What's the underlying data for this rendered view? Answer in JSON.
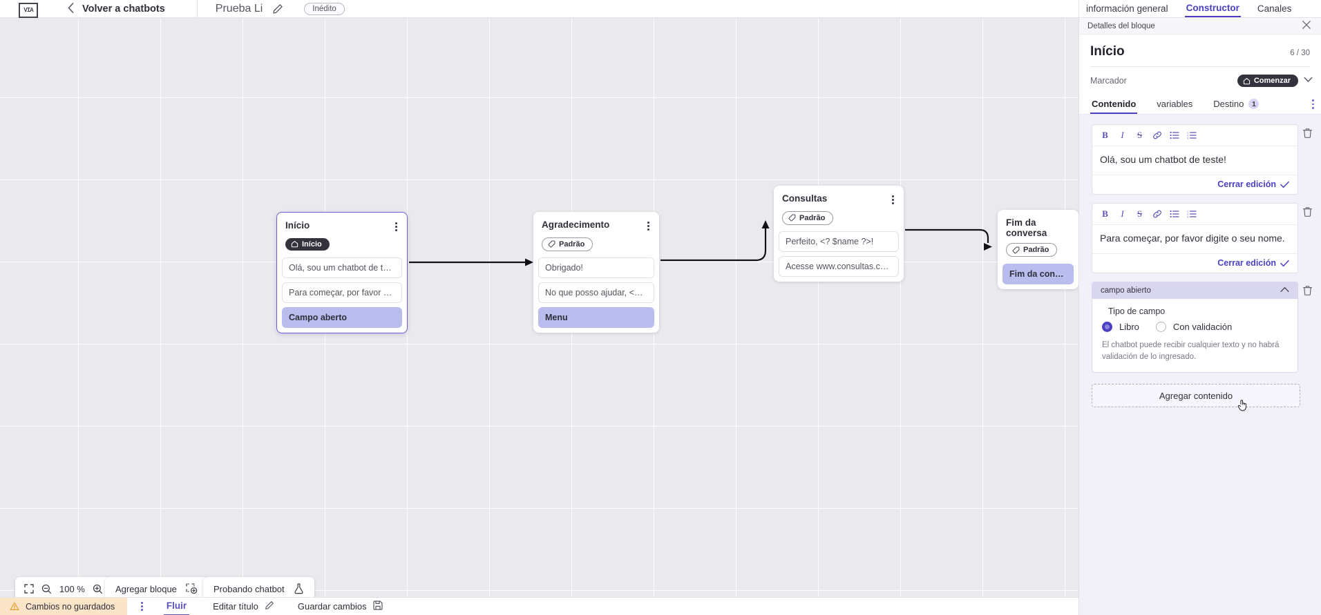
{
  "topbar": {
    "logo_name": "logo-icon",
    "back_label": "Volver a chatbots",
    "bot_title": "Prueba Li",
    "edit_icon": "pencil-icon",
    "status_pill": "Inédito"
  },
  "canvas": {
    "nodes": [
      {
        "id": "inicio",
        "title": "Início",
        "tag": "Início",
        "tag_style": "dark",
        "tag_icon": "home-icon",
        "selected": true,
        "items": [
          {
            "text": "Olá, sou um chatbot de teste!",
            "highlight": false
          },
          {
            "text": "Para começar, por favor digite o ...",
            "highlight": false
          },
          {
            "text": "Campo aberto",
            "highlight": true
          }
        ]
      },
      {
        "id": "agradecimento",
        "title": "Agradecimento",
        "tag": "Padrão",
        "tag_style": "light",
        "tag_icon": "tag-icon",
        "selected": false,
        "items": [
          {
            "text": "Obrigado!",
            "highlight": false
          },
          {
            "text": "No que posso ajudar, <? $name ...",
            "highlight": false
          },
          {
            "text": "Menu",
            "highlight": true
          }
        ]
      },
      {
        "id": "consultas",
        "title": "Consultas",
        "tag": "Padrão",
        "tag_style": "light",
        "tag_icon": "tag-icon",
        "selected": false,
        "items": [
          {
            "text": "Perfeito, <? $name ?>!",
            "highlight": false
          },
          {
            "text": "Acesse www.consultas.com par...",
            "highlight": false
          }
        ]
      },
      {
        "id": "fim",
        "title": "Fim da conversa",
        "tag": "Padrão",
        "tag_style": "light",
        "tag_icon": "tag-icon",
        "selected": false,
        "items": [
          {
            "text": "Fim da conversa",
            "highlight": true
          }
        ]
      }
    ]
  },
  "toolbar": {
    "fit_icon": "fit-screen-icon",
    "zoom_out_icon": "zoom-out-icon",
    "zoom_level": "100 %",
    "zoom_in_icon": "zoom-in-icon",
    "add_block_label": "Agregar bloque",
    "add_block_icon": "add-block-icon",
    "test_label": "Probando chatbot",
    "test_icon": "flask-icon"
  },
  "statusbar": {
    "warn_icon": "warning-icon",
    "unsaved_label": "Cambios no guardados",
    "kebab_icon": "kebab-menu-icon",
    "flow_tab": "Fluir",
    "edit_title_label": "Editar título",
    "edit_title_icon": "pencil-icon",
    "save_label": "Guardar cambios",
    "save_icon": "save-disk-icon"
  },
  "panel": {
    "tabs": [
      {
        "label": "información general",
        "active": false
      },
      {
        "label": "Constructor",
        "active": true
      },
      {
        "label": "Canales",
        "active": false
      }
    ],
    "subhead_label": "Detalles del bloque",
    "close_icon": "close-icon",
    "block_title": "Início",
    "block_count": "6 / 30",
    "marker_label": "Marcador",
    "marker_pill": "Comenzar",
    "marker_pill_icon": "home-icon",
    "marker_chevron_icon": "chevron-down-icon",
    "inner_tabs": [
      {
        "label": "Contenido",
        "active": true,
        "badge": null
      },
      {
        "label": "variables",
        "active": false,
        "badge": null
      },
      {
        "label": "Destino",
        "active": false,
        "badge": "1"
      }
    ],
    "inner_kebab_icon": "kebab-menu-icon",
    "editor_toolbar_icons": [
      "bold-icon",
      "italic-icon",
      "strikethrough-icon",
      "link-icon",
      "bullet-list-icon",
      "numbered-list-icon"
    ],
    "editor_toolbar_glyphs": [
      "B",
      "I",
      "S",
      "⊘",
      "≡",
      "≣"
    ],
    "blocks": [
      {
        "type": "text",
        "text": "Olá, sou um chatbot de teste!",
        "close_label": "Cerrar edición",
        "delete_icon": "trash-icon"
      },
      {
        "type": "text",
        "text": "Para começar, por favor digite o seu nome.",
        "close_label": "Cerrar edición",
        "delete_icon": "trash-icon"
      }
    ],
    "field_block": {
      "header": "campo abierto",
      "collapse_icon": "chevron-up-icon",
      "delete_icon": "trash-icon",
      "type_label": "Tipo de campo",
      "options": [
        {
          "label": "Libro",
          "selected": true
        },
        {
          "label": "Con validación",
          "selected": false
        }
      ],
      "help_text": "El chatbot puede recibir cualquier texto y no habrá validación de lo ingresado."
    },
    "add_content_label": "Agregar contenido"
  },
  "colors": {
    "accent": "#4a3fc0",
    "node_highlight": "#b9bdee",
    "panel_bg": "#f2f1f9",
    "unsaved_bg": "#fbe4c8",
    "canvas_bg": "#eaeaee"
  }
}
